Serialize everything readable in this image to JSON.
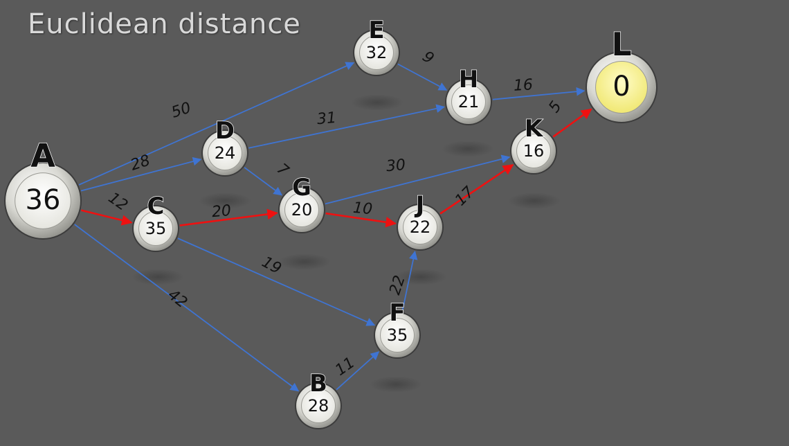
{
  "title": "Euclidean distance",
  "colors": {
    "background": "#5a5a5a",
    "edge_normal": "#3f74d2",
    "edge_path": "#ee1111",
    "node_ring": "#bdbdb6",
    "node_face": "#f3f3ef",
    "goal_face": "#f4f08a"
  },
  "nodes": [
    {
      "id": "A",
      "value": "36"
    },
    {
      "id": "B",
      "value": "28"
    },
    {
      "id": "C",
      "value": "35"
    },
    {
      "id": "D",
      "value": "24"
    },
    {
      "id": "E",
      "value": "32"
    },
    {
      "id": "F",
      "value": "35"
    },
    {
      "id": "G",
      "value": "20"
    },
    {
      "id": "H",
      "value": "21"
    },
    {
      "id": "J",
      "value": "22"
    },
    {
      "id": "K",
      "value": "16"
    },
    {
      "id": "L",
      "value": "0",
      "goal": true
    }
  ],
  "edges": [
    {
      "from": "A",
      "to": "E",
      "weight": "50",
      "path": false
    },
    {
      "from": "A",
      "to": "D",
      "weight": "28",
      "path": false
    },
    {
      "from": "A",
      "to": "C",
      "weight": "12",
      "path": true
    },
    {
      "from": "A",
      "to": "B",
      "weight": "42",
      "path": false
    },
    {
      "from": "E",
      "to": "H",
      "weight": "9",
      "path": false
    },
    {
      "from": "D",
      "to": "H",
      "weight": "31",
      "path": false
    },
    {
      "from": "D",
      "to": "G",
      "weight": "7",
      "path": false
    },
    {
      "from": "C",
      "to": "G",
      "weight": "20",
      "path": true
    },
    {
      "from": "C",
      "to": "F",
      "weight": "19",
      "path": false
    },
    {
      "from": "G",
      "to": "K",
      "weight": "30",
      "path": false
    },
    {
      "from": "G",
      "to": "J",
      "weight": "10",
      "path": true
    },
    {
      "from": "H",
      "to": "L",
      "weight": "16",
      "path": false
    },
    {
      "from": "K",
      "to": "L",
      "weight": "5",
      "path": true
    },
    {
      "from": "J",
      "to": "K",
      "weight": "17",
      "path": true
    },
    {
      "from": "F",
      "to": "J",
      "weight": "22",
      "path": false
    },
    {
      "from": "B",
      "to": "F",
      "weight": "11",
      "path": false
    }
  ]
}
